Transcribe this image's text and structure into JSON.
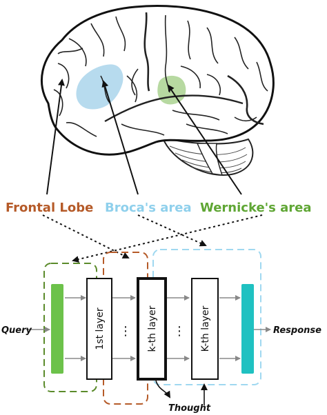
{
  "regions": {
    "frontal": {
      "label": "Frontal Lobe",
      "color": "#b55a28"
    },
    "broca": {
      "label": "Broca's area",
      "color": "#8fd0ec"
    },
    "wernicke": {
      "label": "Wernicke's area",
      "color": "#5fa634"
    }
  },
  "layers": {
    "first": "1st layer",
    "dots_left": "⋮",
    "kth": "k-th layer",
    "dots_right": "⋮",
    "Kth": "K-th layer"
  },
  "io": {
    "query": "Query",
    "response": "Response",
    "thought": "Thought"
  },
  "colors": {
    "broca_fill": "#b7dbee",
    "wernicke_fill": "#b7d9a1",
    "input_bar": "#6cc24a",
    "output_bar": "#1fc1c1",
    "frontal_box": "#b55a28",
    "wernicke_box": "#5a8a2a",
    "broca_box": "#9fd8f0"
  }
}
